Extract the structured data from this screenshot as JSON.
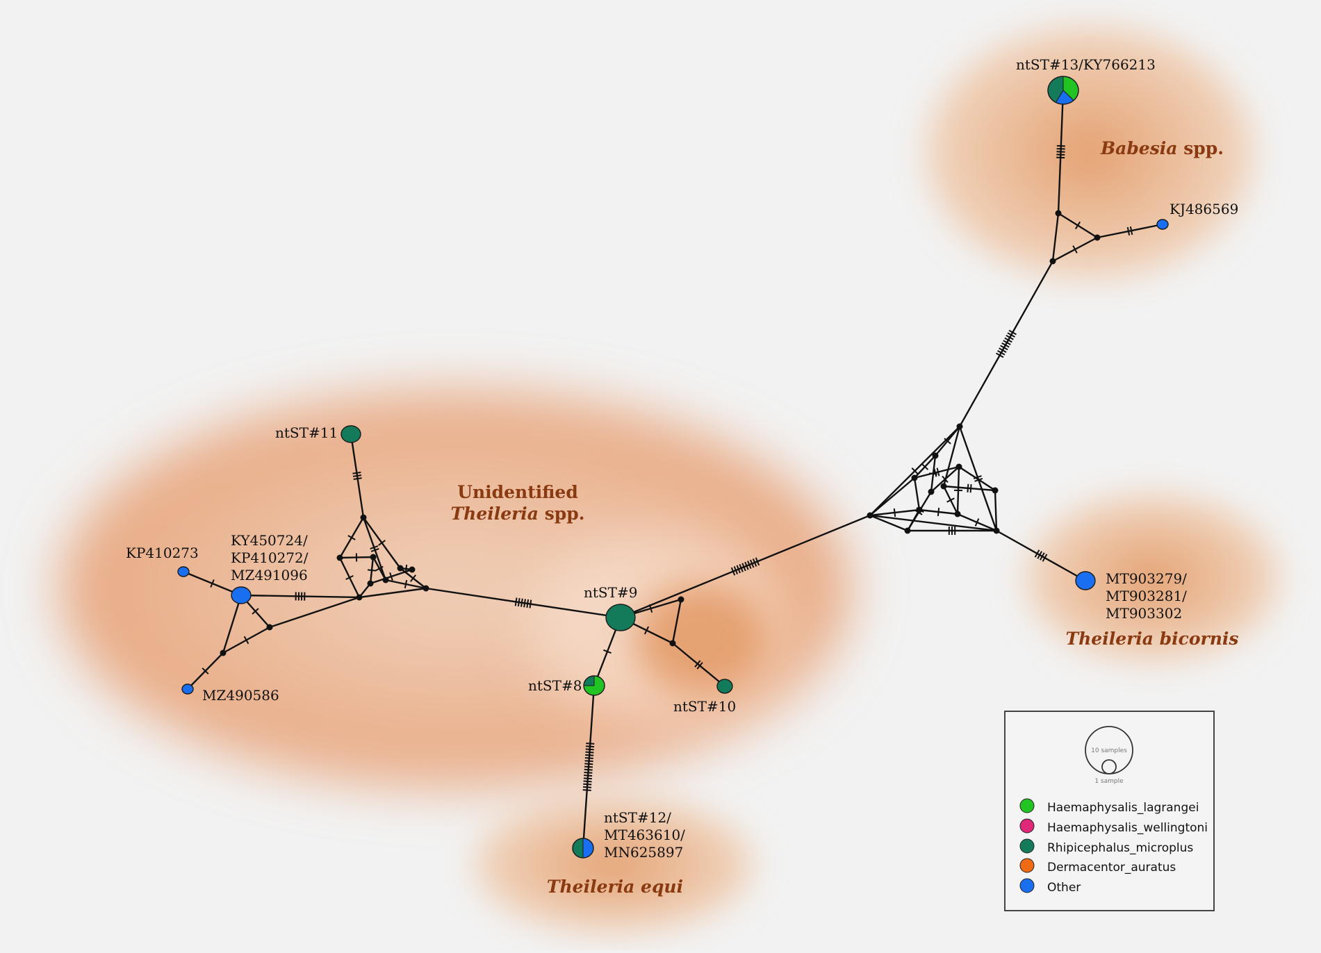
{
  "colors": {
    "Haemaphysalis_lagrangei": "#22c424",
    "Haemaphysalis_wellingtoni": "#e0287a",
    "Rhipicephalus_microplus": "#137a5a",
    "Dermacentor_auratus": "#ee6a14",
    "Other": "#1a6ff0",
    "cluster": "#e6a273",
    "cluster_label": "#8a3a10"
  },
  "groups": {
    "babesia": {
      "name": "Babesia",
      "suffix": " spp."
    },
    "unidentified": {
      "line1": "Unidentified",
      "name": "Theileria",
      "suffix": " spp."
    },
    "bicornis": {
      "name": "Theileria bicornis"
    },
    "equi": {
      "name": "Theileria equi"
    }
  },
  "nodes": {
    "ntst13": {
      "label": "ntST#13/KY766213",
      "composition": [
        [
          "Haemaphysalis_lagrangei",
          0.38
        ],
        [
          "Other",
          0.2
        ],
        [
          "Rhipicephalus_microplus",
          0.42
        ]
      ]
    },
    "kj486569": {
      "label": "KJ486569",
      "composition": [
        [
          "Other",
          1
        ]
      ]
    },
    "ntst11": {
      "label": "ntST#11",
      "composition": [
        [
          "Rhipicephalus_microplus",
          1
        ]
      ]
    },
    "kp410273": {
      "label": "KP410273",
      "composition": [
        [
          "Other",
          1
        ]
      ]
    },
    "ky450724": {
      "label_lines": [
        "KY450724/",
        "KP410272/",
        "MZ491096"
      ],
      "composition": [
        [
          "Other",
          1
        ]
      ]
    },
    "mz490586": {
      "label": "MZ490586",
      "composition": [
        [
          "Other",
          1
        ]
      ]
    },
    "ntst9": {
      "label": "ntST#9",
      "composition": [
        [
          "Rhipicephalus_microplus",
          1
        ]
      ]
    },
    "ntst8": {
      "label": "ntST#8",
      "composition": [
        [
          "Haemaphysalis_lagrangei",
          0.75
        ],
        [
          "Rhipicephalus_microplus",
          0.25
        ]
      ]
    },
    "ntst10": {
      "label": "ntST#10",
      "composition": [
        [
          "Rhipicephalus_microplus",
          1
        ]
      ]
    },
    "ntst12": {
      "label_lines": [
        "ntST#12/",
        "MT463610/",
        "MN625897"
      ],
      "composition": [
        [
          "Other",
          0.5
        ],
        [
          "Rhipicephalus_microplus",
          0.5
        ]
      ]
    },
    "mt903279": {
      "label_lines": [
        "MT903279/",
        "MT903281/",
        "MT903302"
      ],
      "composition": [
        [
          "Other",
          1
        ]
      ]
    }
  },
  "legend": {
    "scale_large": "10 samples",
    "scale_small": "1 sample",
    "items": [
      {
        "key": "Haemaphysalis_lagrangei",
        "label": "Haemaphysalis_lagrangei"
      },
      {
        "key": "Haemaphysalis_wellingtoni",
        "label": "Haemaphysalis_wellingtoni"
      },
      {
        "key": "Rhipicephalus_microplus",
        "label": "Rhipicephalus_microplus"
      },
      {
        "key": "Dermacentor_auratus",
        "label": "Dermacentor_auratus"
      },
      {
        "key": "Other",
        "label": "Other"
      }
    ]
  }
}
